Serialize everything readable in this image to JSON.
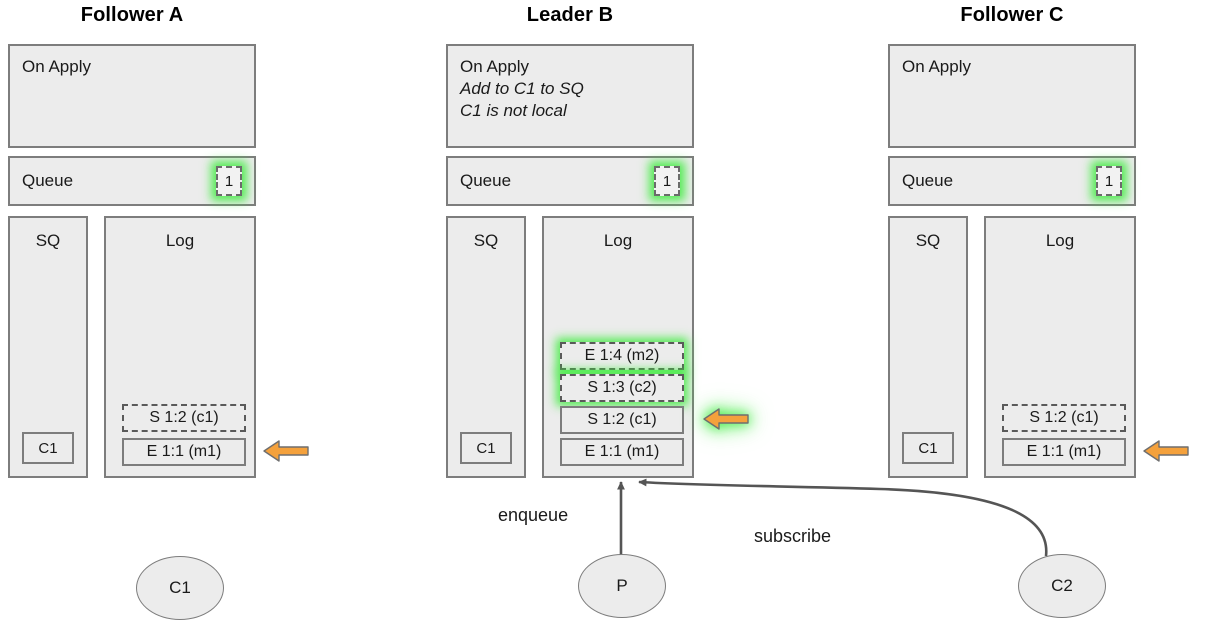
{
  "diagram": {
    "title_row": [
      {
        "id": "follower-a",
        "label": "Follower A"
      },
      {
        "id": "leader-b",
        "label": "Leader B"
      },
      {
        "id": "follower-c",
        "label": "Follower C"
      }
    ],
    "nodes": [
      {
        "id": "follower-a",
        "title": "Follower A",
        "on_apply": {
          "header": "On Apply",
          "notes": []
        },
        "queue": {
          "label": "Queue",
          "badge": "1",
          "badge_highlight": true
        },
        "sq": {
          "label": "SQ",
          "entries": [
            {
              "text": "C1"
            }
          ]
        },
        "log": {
          "label": "Log",
          "entries": [
            {
              "text": "S 1:2 (c1)",
              "style": "dashed",
              "highlight": false
            },
            {
              "text": "E 1:1 (m1)",
              "style": "solid",
              "highlight": false
            }
          ]
        },
        "apply_pointer": {
          "icon": "left-arrow-icon",
          "color": "#f4a13c",
          "highlight": false
        },
        "client": {
          "label": "C1"
        }
      },
      {
        "id": "leader-b",
        "title": "Leader B",
        "on_apply": {
          "header": "On Apply",
          "notes": [
            "Add to C1 to SQ",
            "C1 is not local"
          ]
        },
        "queue": {
          "label": "Queue",
          "badge": "1",
          "badge_highlight": true
        },
        "sq": {
          "label": "SQ",
          "entries": [
            {
              "text": "C1"
            }
          ]
        },
        "log": {
          "label": "Log",
          "entries": [
            {
              "text": "E 1:4 (m2)",
              "style": "dashed",
              "highlight": true
            },
            {
              "text": "S 1:3 (c2)",
              "style": "dashed",
              "highlight": true
            },
            {
              "text": "S 1:2 (c1)",
              "style": "solid",
              "highlight": false
            },
            {
              "text": "E 1:1 (m1)",
              "style": "solid",
              "highlight": false
            }
          ]
        },
        "apply_pointer": {
          "icon": "left-arrow-icon",
          "color": "#f4a13c",
          "highlight": true
        },
        "client": {
          "label": "P"
        }
      },
      {
        "id": "follower-c",
        "title": "Follower C",
        "on_apply": {
          "header": "On Apply",
          "notes": []
        },
        "queue": {
          "label": "Queue",
          "badge": "1",
          "badge_highlight": true
        },
        "sq": {
          "label": "SQ",
          "entries": [
            {
              "text": "C1"
            }
          ]
        },
        "log": {
          "label": "Log",
          "entries": [
            {
              "text": "S 1:2 (c1)",
              "style": "dashed",
              "highlight": false
            },
            {
              "text": "E 1:1 (m1)",
              "style": "solid",
              "highlight": false
            }
          ]
        },
        "apply_pointer": {
          "icon": "left-arrow-icon",
          "color": "#f4a13c",
          "highlight": false
        },
        "client": {
          "label": "C2"
        }
      }
    ],
    "edges": [
      {
        "id": "enqueue",
        "label": "enqueue",
        "from": "P",
        "to": "leader-b-log"
      },
      {
        "id": "subscribe",
        "label": "subscribe",
        "from": "C2",
        "to": "leader-b-log"
      }
    ],
    "colors": {
      "panel_fill": "#ececec",
      "panel_border": "#7d7d7d",
      "highlight_glow": "#3ceb3c",
      "arrow_fill": "#f4a13c",
      "arrow_stroke": "#555555",
      "edge_stroke": "#555555",
      "text": "#1a1a1a"
    }
  }
}
